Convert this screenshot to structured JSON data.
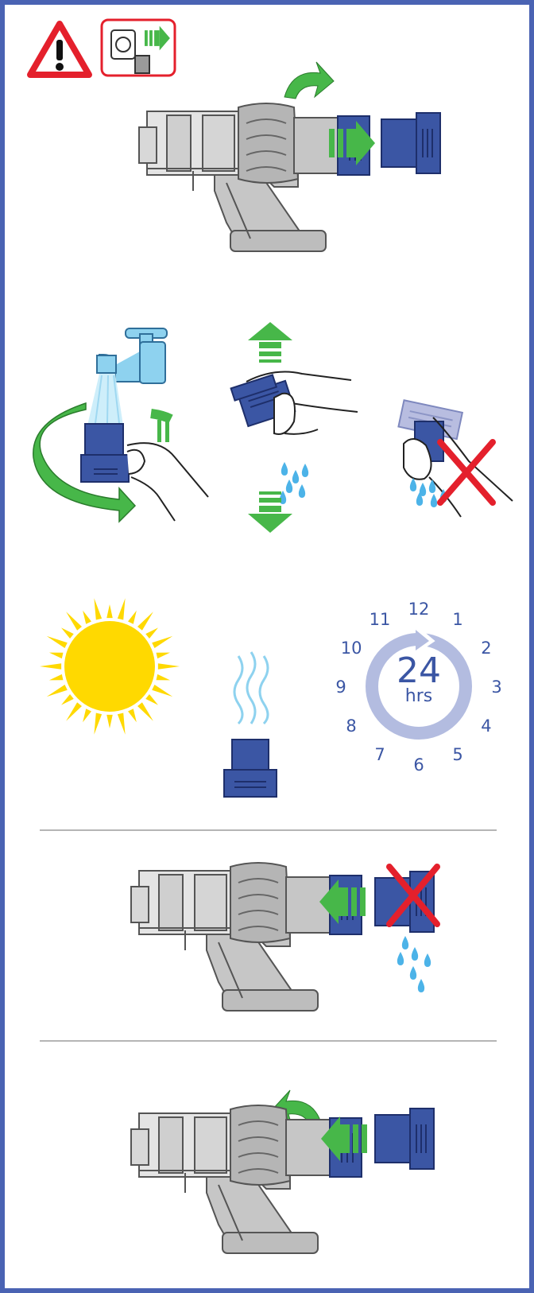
{
  "colors": {
    "border": "#4a63b3",
    "filter_blue": "#3b56a4",
    "arrow_green": "#47b749",
    "warning_red": "#e4202c",
    "sun_yellow": "#ffd900",
    "water_blue": "#4cb3e8",
    "tap_blue": "#8ed2ef",
    "clock_ring": "#b3bce0",
    "vacuum_grey": "#c6c6c6"
  },
  "icons": [
    "warning-icon",
    "unplug-icon",
    "vacuum-icon",
    "filter-icon",
    "tap-icon",
    "sun-icon",
    "clock-icon",
    "heat-waves-icon",
    "cross-icon"
  ],
  "clock": {
    "value": "24",
    "unit": "hrs",
    "numbers": [
      "12",
      "1",
      "2",
      "3",
      "4",
      "5",
      "6",
      "7",
      "8",
      "9",
      "10",
      "11"
    ]
  }
}
